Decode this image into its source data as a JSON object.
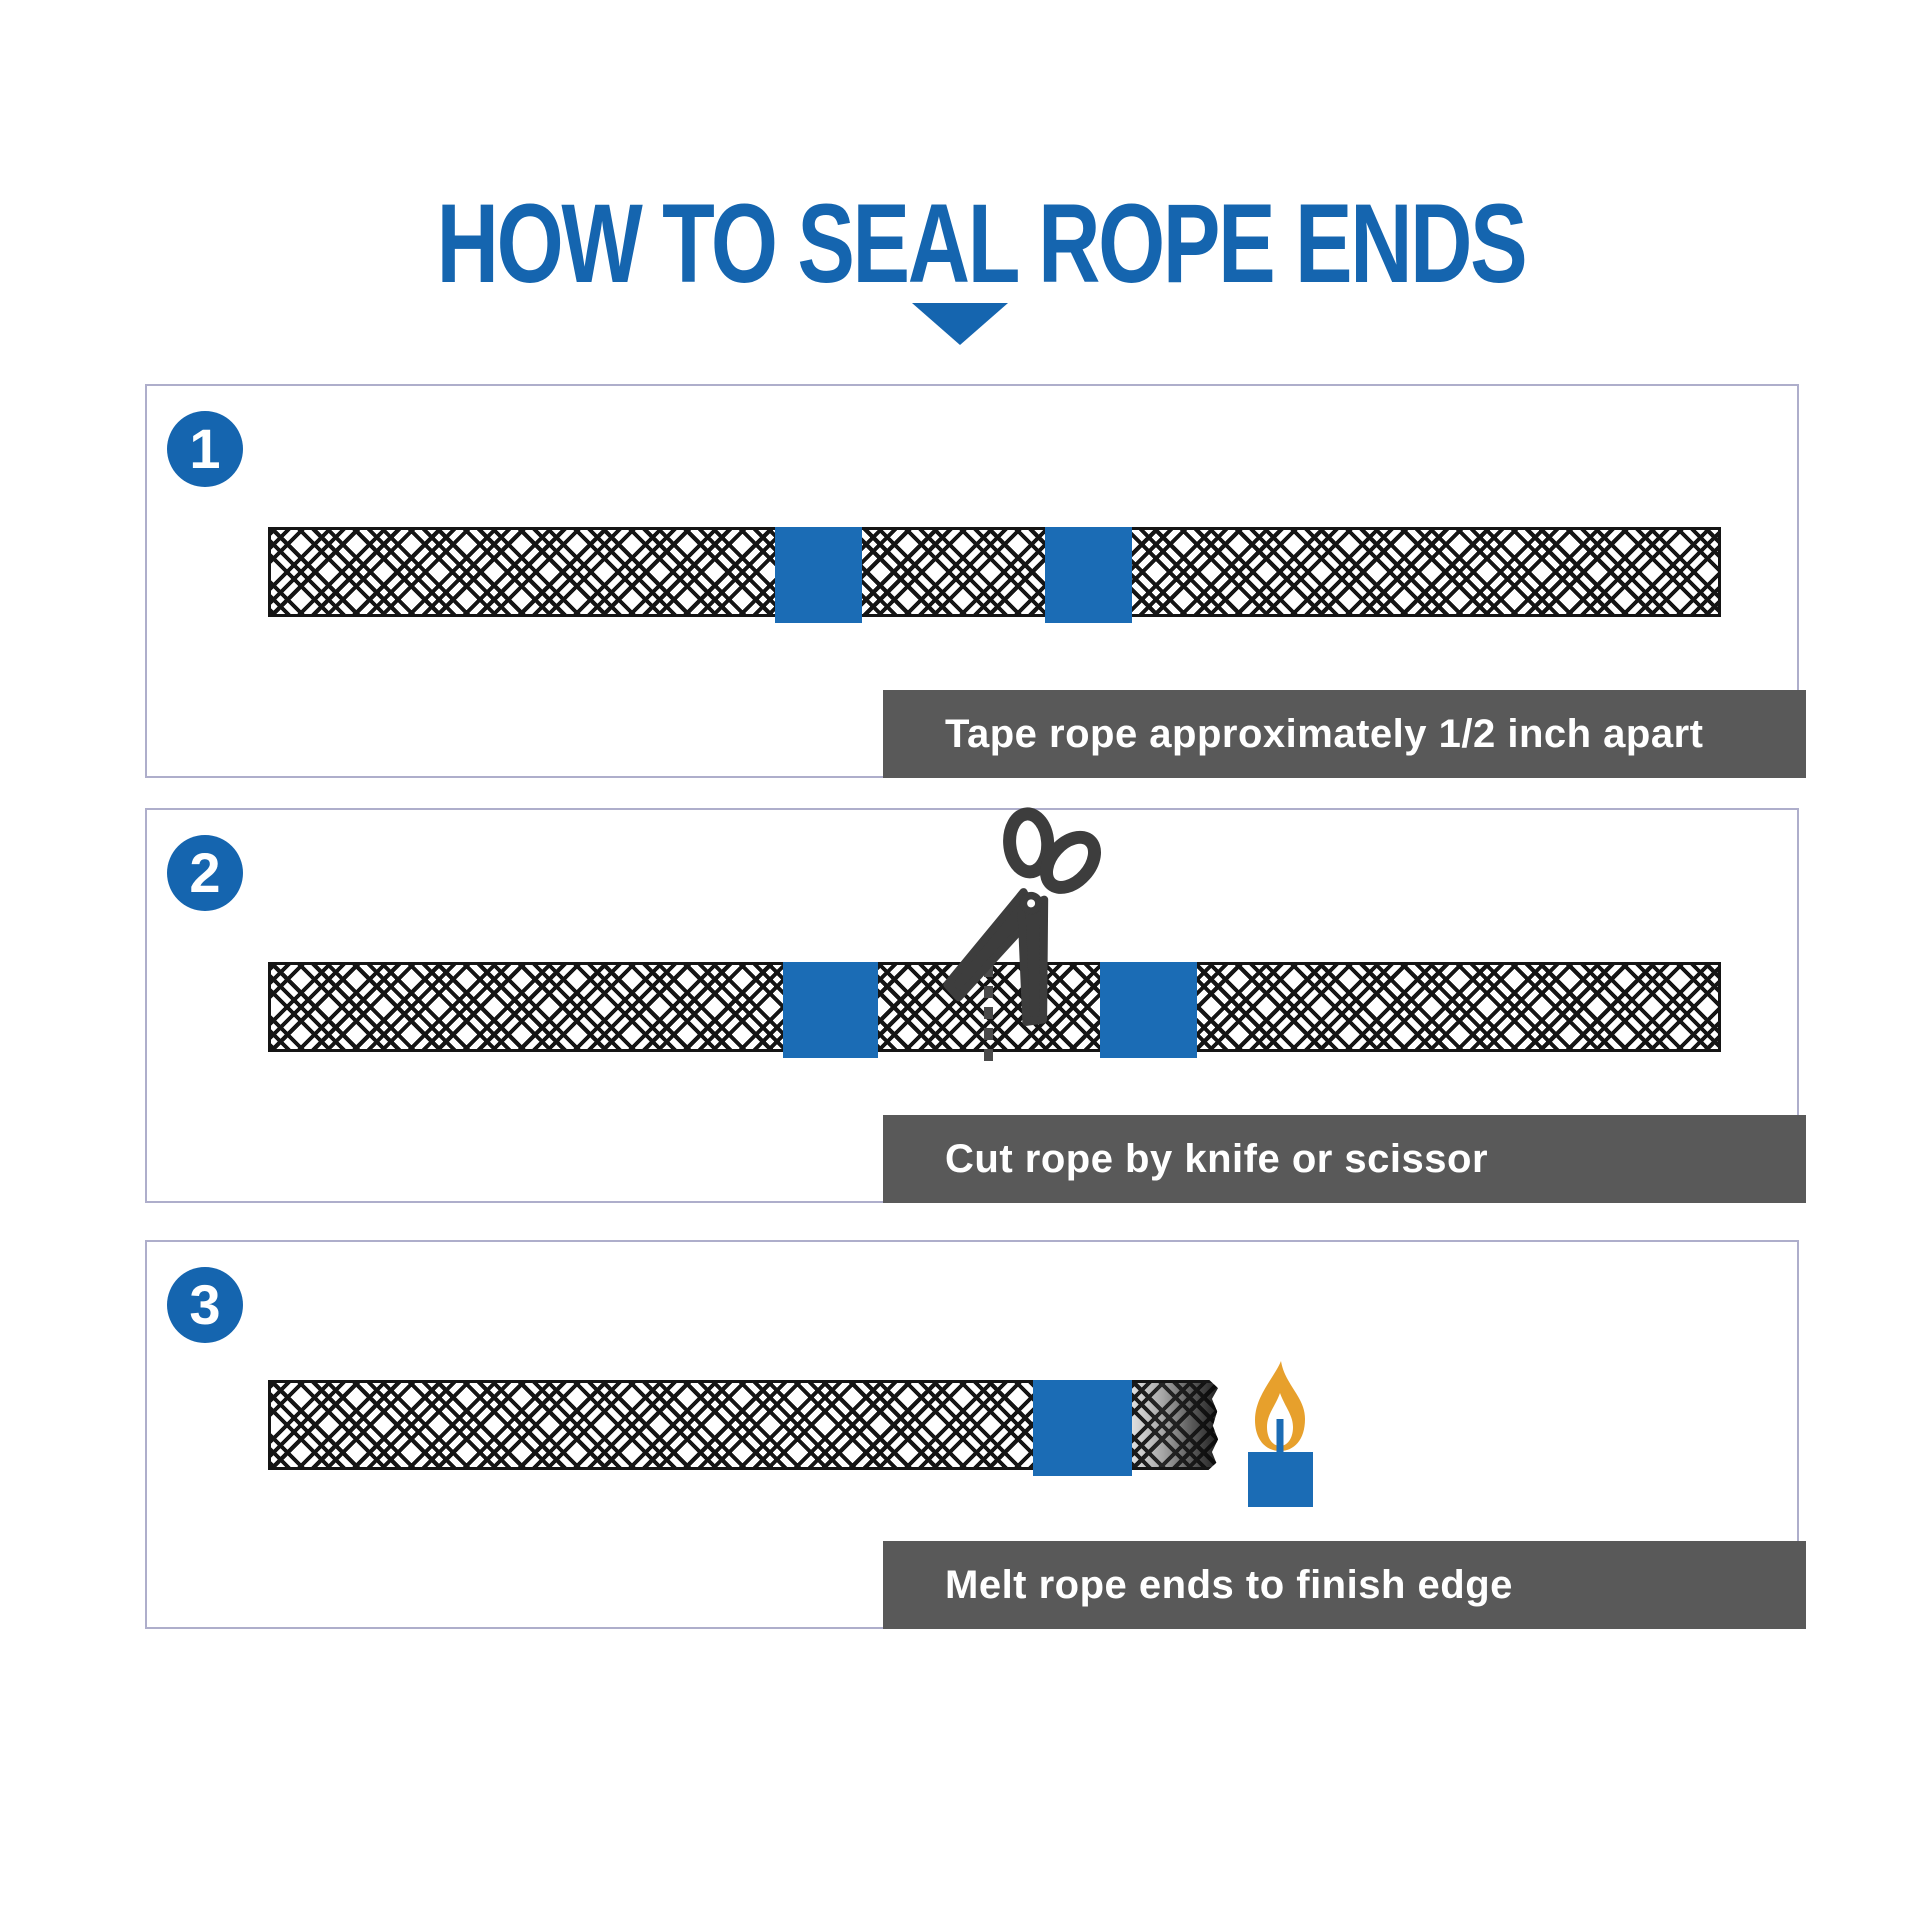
{
  "title": "HOW TO SEAL ROPE ENDS",
  "steps": [
    {
      "number": "1",
      "caption": "Tape rope approximately 1/2 inch apart"
    },
    {
      "number": "2",
      "caption": "Cut rope by knife or scissor"
    },
    {
      "number": "3",
      "caption": "Melt rope ends to finish edge"
    }
  ],
  "colors": {
    "accent_blue": "#1565AF",
    "tape_blue": "#1B6CB5",
    "caption_gray": "#595959",
    "panel_border": "#AEAECB",
    "scissors_gray": "#3D3D3D",
    "flame_orange": "#E7A02C",
    "rope_line": "#151515"
  }
}
